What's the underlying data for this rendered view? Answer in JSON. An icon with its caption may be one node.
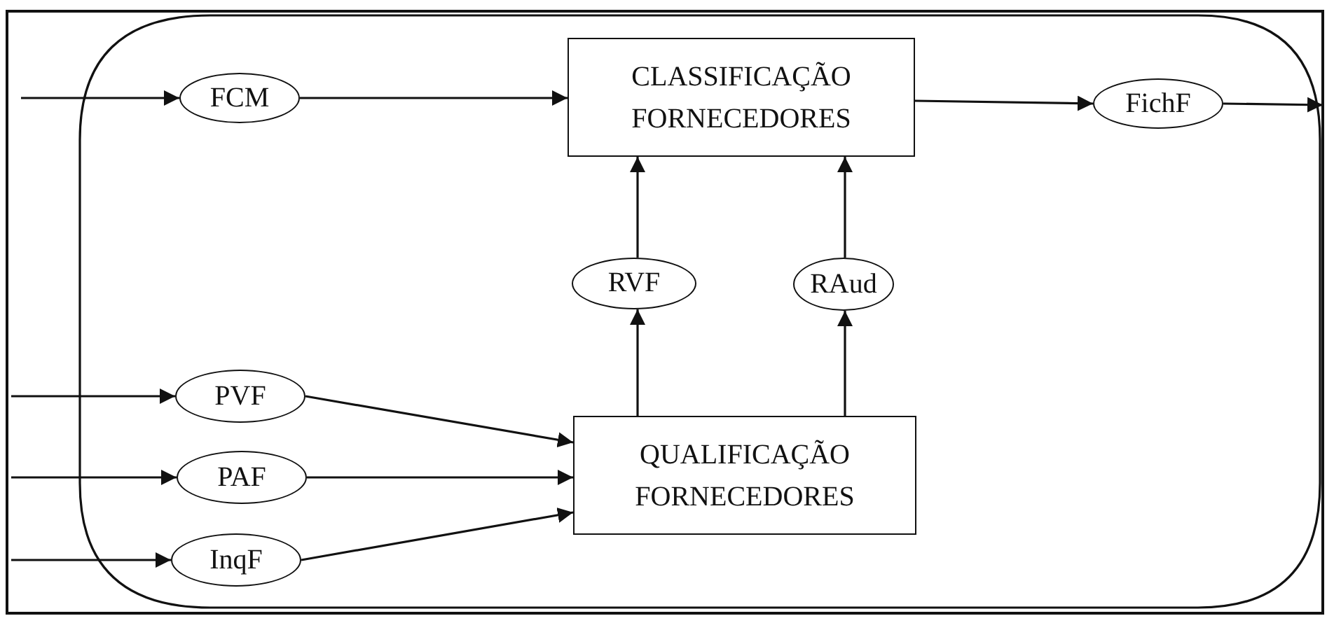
{
  "diagram": {
    "nodes": [
      {
        "text": [
          "CLASSIFICAÇÃO FORNECEDORES"
        ]
      },
      {
        "text": [
          "FCM"
        ]
      },
      {
        "text": [
          "FichF"
        ]
      },
      {
        "text": [
          "RVF"
        ]
      },
      {
        "text": [
          "RAud"
        ]
      },
      {
        "text": [
          "QUALIFICAÇÃO FORNECEDORES"
        ]
      },
      {
        "text": [
          "PVF"
        ]
      },
      {
        "text": [
          "PAF"
        ]
      },
      {
        "text": [
          "InqF"
        ]
      }
    ],
    "edges": [
      {
        "from": null,
        "to": 1,
        "arrow": "to"
      },
      {
        "from": 1,
        "to": 0,
        "arrow": "to"
      },
      {
        "from": 0,
        "to": 2,
        "arrow": "to"
      },
      {
        "from": 2,
        "to": null,
        "arrow": "to"
      },
      {
        "from": 3,
        "to": 0,
        "arrow": "to"
      },
      {
        "from": 4,
        "to": 0,
        "arrow": "to"
      },
      {
        "from": 5,
        "to": 3,
        "arrow": "to"
      },
      {
        "from": 5,
        "to": 4,
        "arrow": "to"
      },
      {
        "from": null,
        "to": 6,
        "arrow": "to"
      },
      {
        "from": 6,
        "to": 5,
        "arrow": "to"
      },
      {
        "from": null,
        "to": 7,
        "arrow": "to"
      },
      {
        "from": 7,
        "to": 5,
        "arrow": "to"
      },
      {
        "from": null,
        "to": 8,
        "arrow": "to"
      },
      {
        "from": 8,
        "to": 5,
        "arrow": "to"
      }
    ]
  }
}
